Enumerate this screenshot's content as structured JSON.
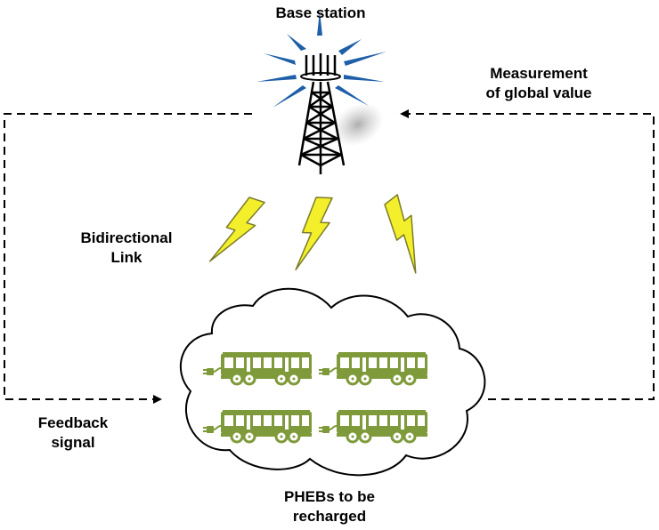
{
  "diagram": {
    "base_station_label": "Base station",
    "measurement_label": [
      "Measurement",
      "of global value"
    ],
    "bidirectional_label": [
      "Bidirectional",
      "Link"
    ],
    "feedback_label": [
      "Feedback",
      "signal"
    ],
    "pheb_label": [
      "PHEBs to be",
      "recharged"
    ],
    "bus_count": 4,
    "lightning_count": 3,
    "colors": {
      "signal_blue": "#1f5fa8",
      "lightning_yellow": "#f3ef2a",
      "lightning_outline": "#8a8a2a",
      "bus_green": "#7f9a3a",
      "line": "#000000"
    },
    "icons": [
      "base-station-tower-icon",
      "lightning-bolt-icon",
      "cloud-icon",
      "electric-bus-icon",
      "plug-icon"
    ]
  }
}
